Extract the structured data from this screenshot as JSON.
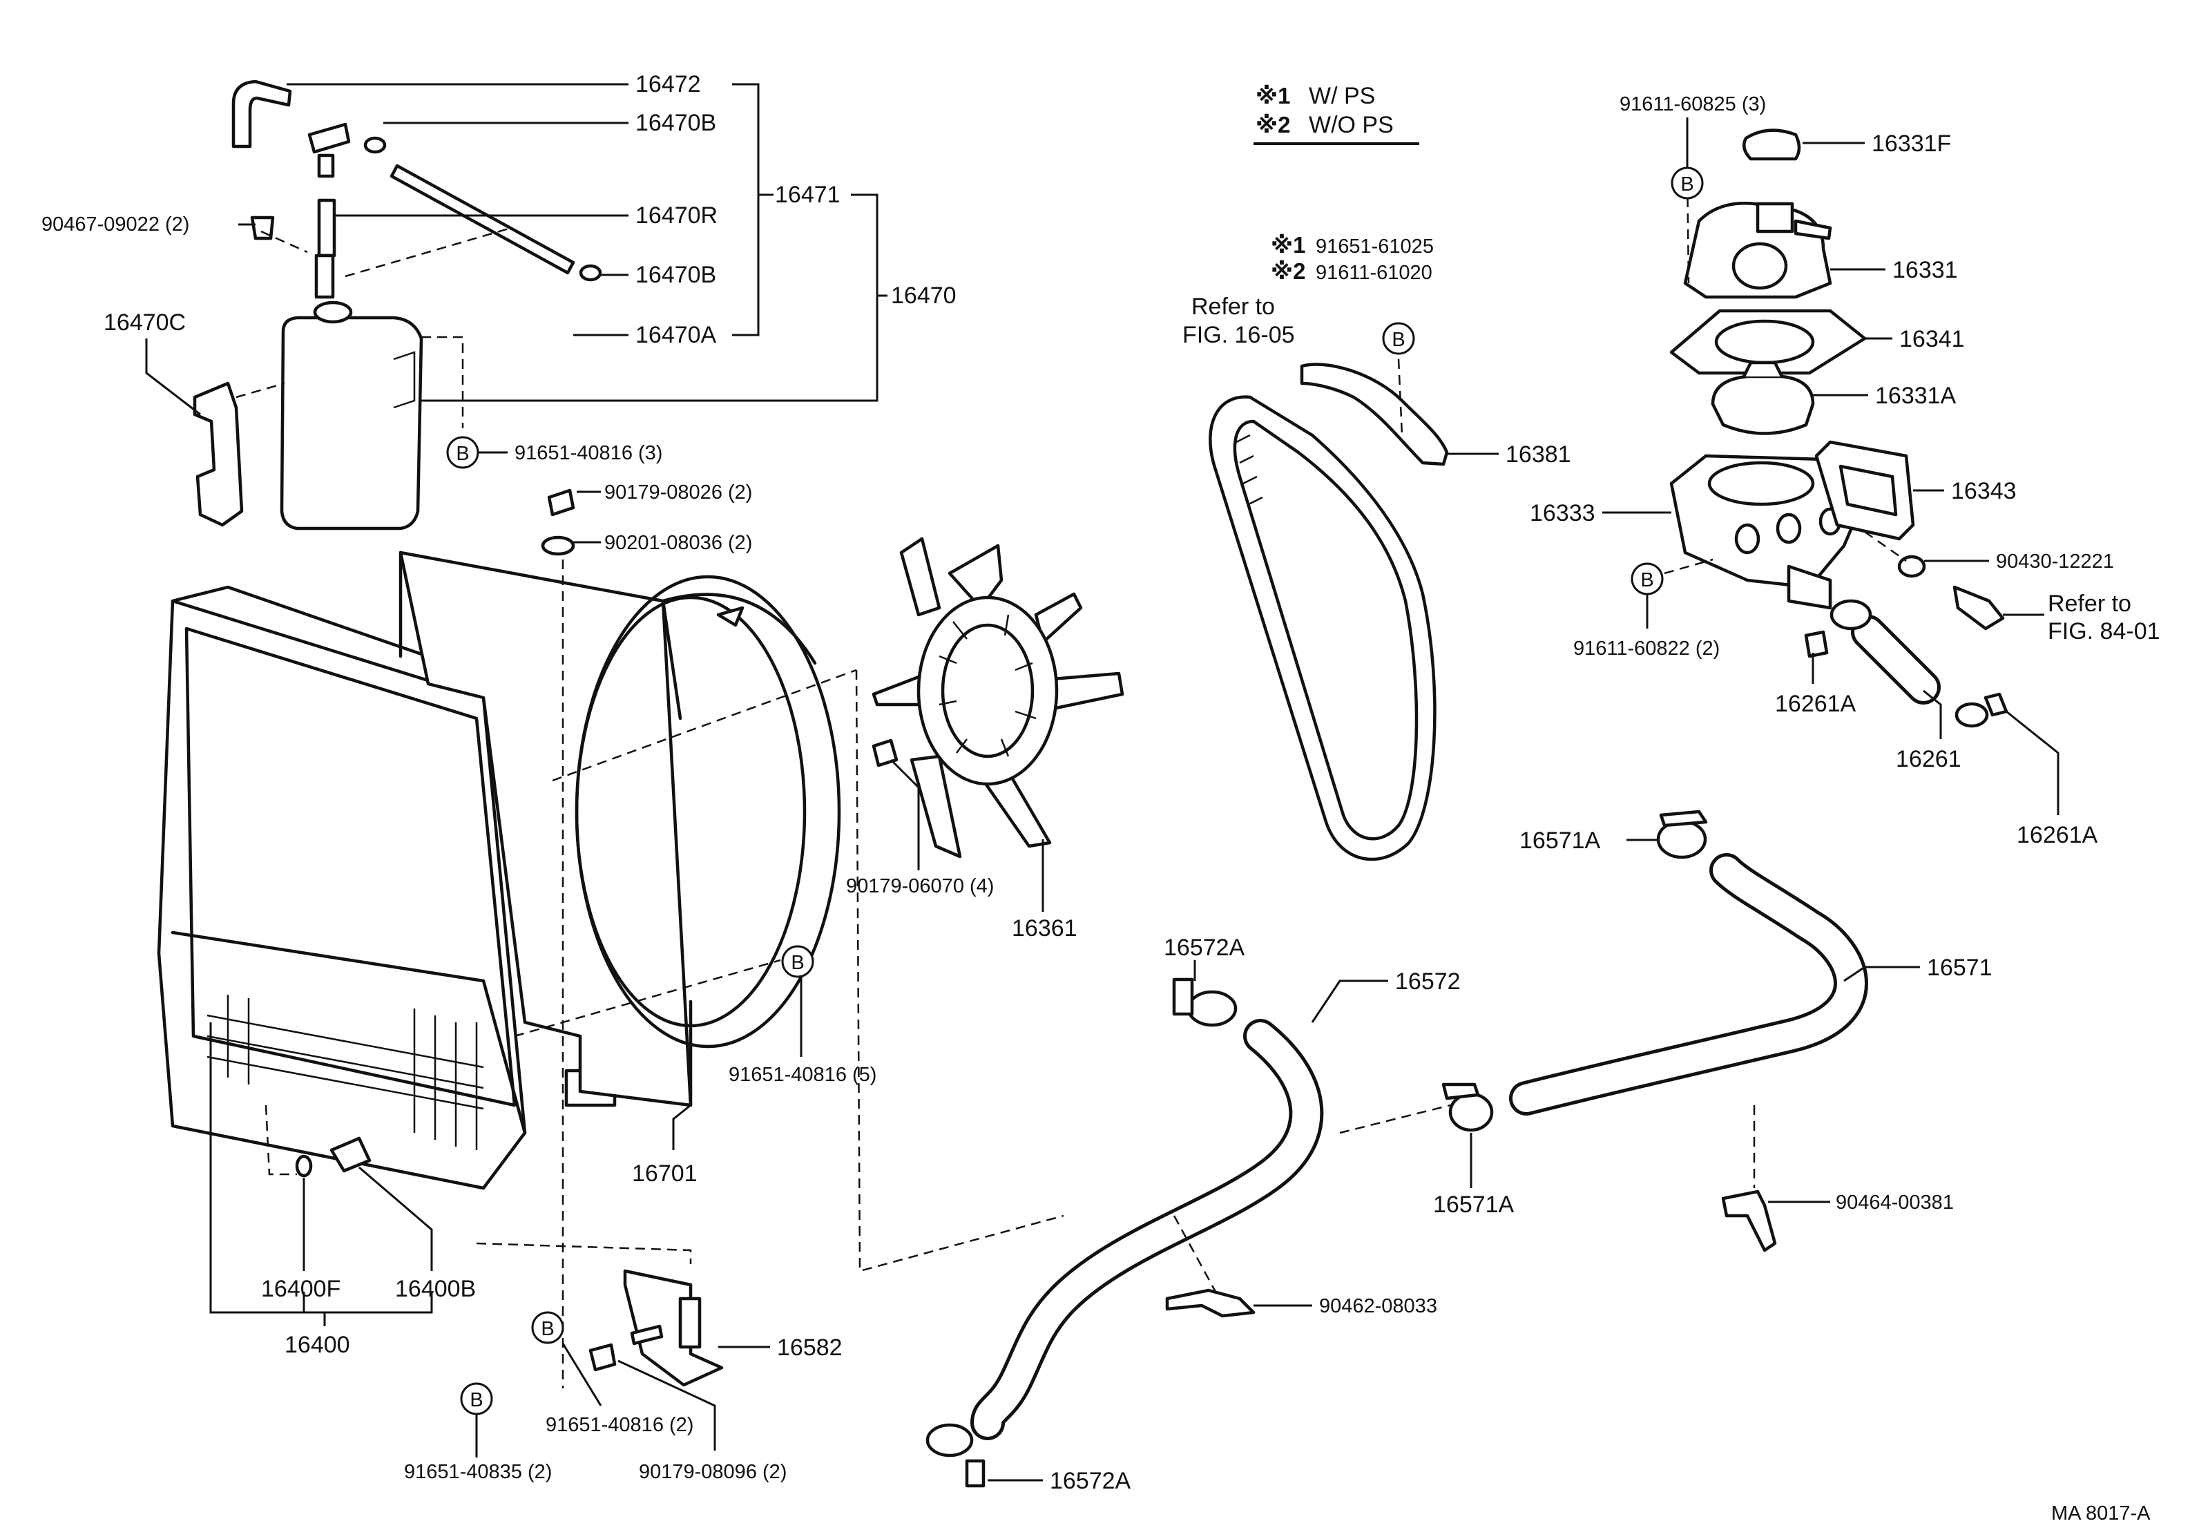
{
  "diagram": {
    "legend": {
      "mark1": "※1",
      "mark1_text": "W/ PS",
      "mark2": "※2",
      "mark2_text": "W/O  PS"
    },
    "drawing_number": "MA  8017-A",
    "bolt_symbol": "B",
    "labels": {
      "p16472": "16472",
      "p16470B_top": "16470B",
      "p16470R": "16470R",
      "p16470B_bot": "16470B",
      "p16470A": "16470A",
      "p16471": "16471",
      "p16470": "16470",
      "p16470C": "16470C",
      "p90467": "90467-09022 (2)",
      "p91651_40816_3": "91651-40816 (3)",
      "p90179_08026": "90179-08026 (2)",
      "p90201_08036": "90201-08036 (2)",
      "p90179_06070": "90179-06070 (4)",
      "p16361": "16361",
      "p91651_40816_5": "91651-40816 (5)",
      "p16701": "16701",
      "p16400F": "16400F",
      "p16400B": "16400B",
      "p16400": "16400",
      "p16582": "16582",
      "p91651_40816_2": "91651-40816 (2)",
      "p90179_08096": "90179-08096 (2)",
      "p91651_40835": "91651-40835 (2)",
      "p16572A_top": "16572A",
      "p16572": "16572",
      "p16572A_bot": "16572A",
      "p90462": "90462-08033",
      "p16571A_top": "16571A",
      "p16571A_bot": "16571A",
      "p16571": "16571",
      "p90464": "90464-00381",
      "belt1": "91651-61025",
      "belt2": "91611-61020",
      "refer1_a": "Refer to",
      "refer1_b": "FIG. 16-05",
      "p16381": "16381",
      "p91611_60825": "91611-60825 (3)",
      "p16331F": "16331F",
      "p16331": "16331",
      "p16341": "16341",
      "p16331A": "16331A",
      "p16343": "16343",
      "p16333": "16333",
      "p90430": "90430-12221",
      "refer2_a": "Refer to",
      "refer2_b": "FIG. 84-01",
      "p91611_60822": "91611-60822 (2)",
      "p16261A_left": "16261A",
      "p16261": "16261",
      "p16261A_right": "16261A"
    }
  }
}
